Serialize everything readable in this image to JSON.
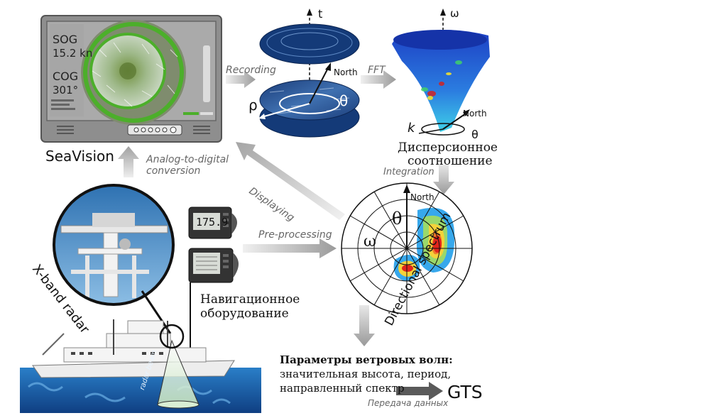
{
  "monitor": {
    "sog_label": "SOG",
    "sog_value": "15.2 kn",
    "cog_label": "COG",
    "cog_value": "301°",
    "name": "SeaVision"
  },
  "arrows": {
    "recording": "Recording",
    "fft": "FFT",
    "adc_line1": "Analog-to-digital",
    "adc_line2": "conversion",
    "displaying": "Displaying",
    "preprocessing": "Pre-processing",
    "integration": "Integration",
    "transfer": "Передача данных"
  },
  "stack": {
    "t_axis": "t",
    "north": "North",
    "rho": "ρ",
    "theta": "θ"
  },
  "cone": {
    "omega_axis": "ω",
    "north": "North",
    "k": "k",
    "theta": "θ",
    "caption_line1": "Дисперсионное",
    "caption_line2": "соотношение"
  },
  "polar": {
    "north": "North",
    "theta": "θ",
    "omega": "ω",
    "caption": "Directional spectrum"
  },
  "radar": {
    "caption": "X-band radar",
    "beam": "radar beam"
  },
  "nav": {
    "display_value": "175.9",
    "caption_line1": "Навигационное",
    "caption_line2": "оборудование"
  },
  "output": {
    "title": "Параметры ветровых волн:",
    "line1": "значительная высота, период,",
    "line2": "направленный спектр",
    "target": "GTS"
  },
  "colors": {
    "monitor_frame": "#8e8e8e",
    "radar_green": "#4caf2a",
    "spectrum_blue": "#2a6cd8",
    "spectrum_red": "#e0241c",
    "sea_blue": "#1b5fa8"
  }
}
